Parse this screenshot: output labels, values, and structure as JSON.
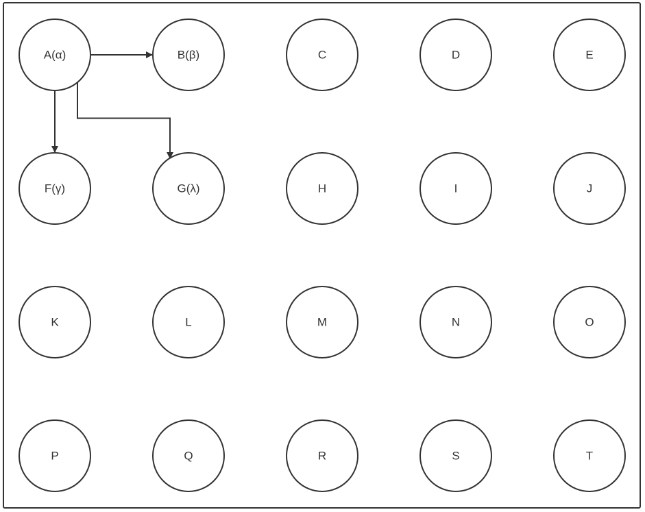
{
  "nodes": [
    {
      "id": "A",
      "label": "A(α)"
    },
    {
      "id": "B",
      "label": "B(β)"
    },
    {
      "id": "C",
      "label": "C"
    },
    {
      "id": "D",
      "label": "D"
    },
    {
      "id": "E",
      "label": "E"
    },
    {
      "id": "F",
      "label": "F(γ)"
    },
    {
      "id": "G",
      "label": "G(λ)"
    },
    {
      "id": "H",
      "label": "H"
    },
    {
      "id": "I",
      "label": "I"
    },
    {
      "id": "J",
      "label": "J"
    },
    {
      "id": "K",
      "label": "K"
    },
    {
      "id": "L",
      "label": "L"
    },
    {
      "id": "M",
      "label": "M"
    },
    {
      "id": "N",
      "label": "N"
    },
    {
      "id": "O",
      "label": "O"
    },
    {
      "id": "P",
      "label": "P"
    },
    {
      "id": "Q",
      "label": "Q"
    },
    {
      "id": "R",
      "label": "R"
    },
    {
      "id": "S",
      "label": "S"
    },
    {
      "id": "T",
      "label": "T"
    }
  ],
  "edges": [
    {
      "from": "A",
      "to": "B"
    },
    {
      "from": "A",
      "to": "F"
    },
    {
      "from": "A",
      "to": "G"
    }
  ],
  "colors": {
    "stroke": "#333333",
    "background": "#ffffff"
  }
}
